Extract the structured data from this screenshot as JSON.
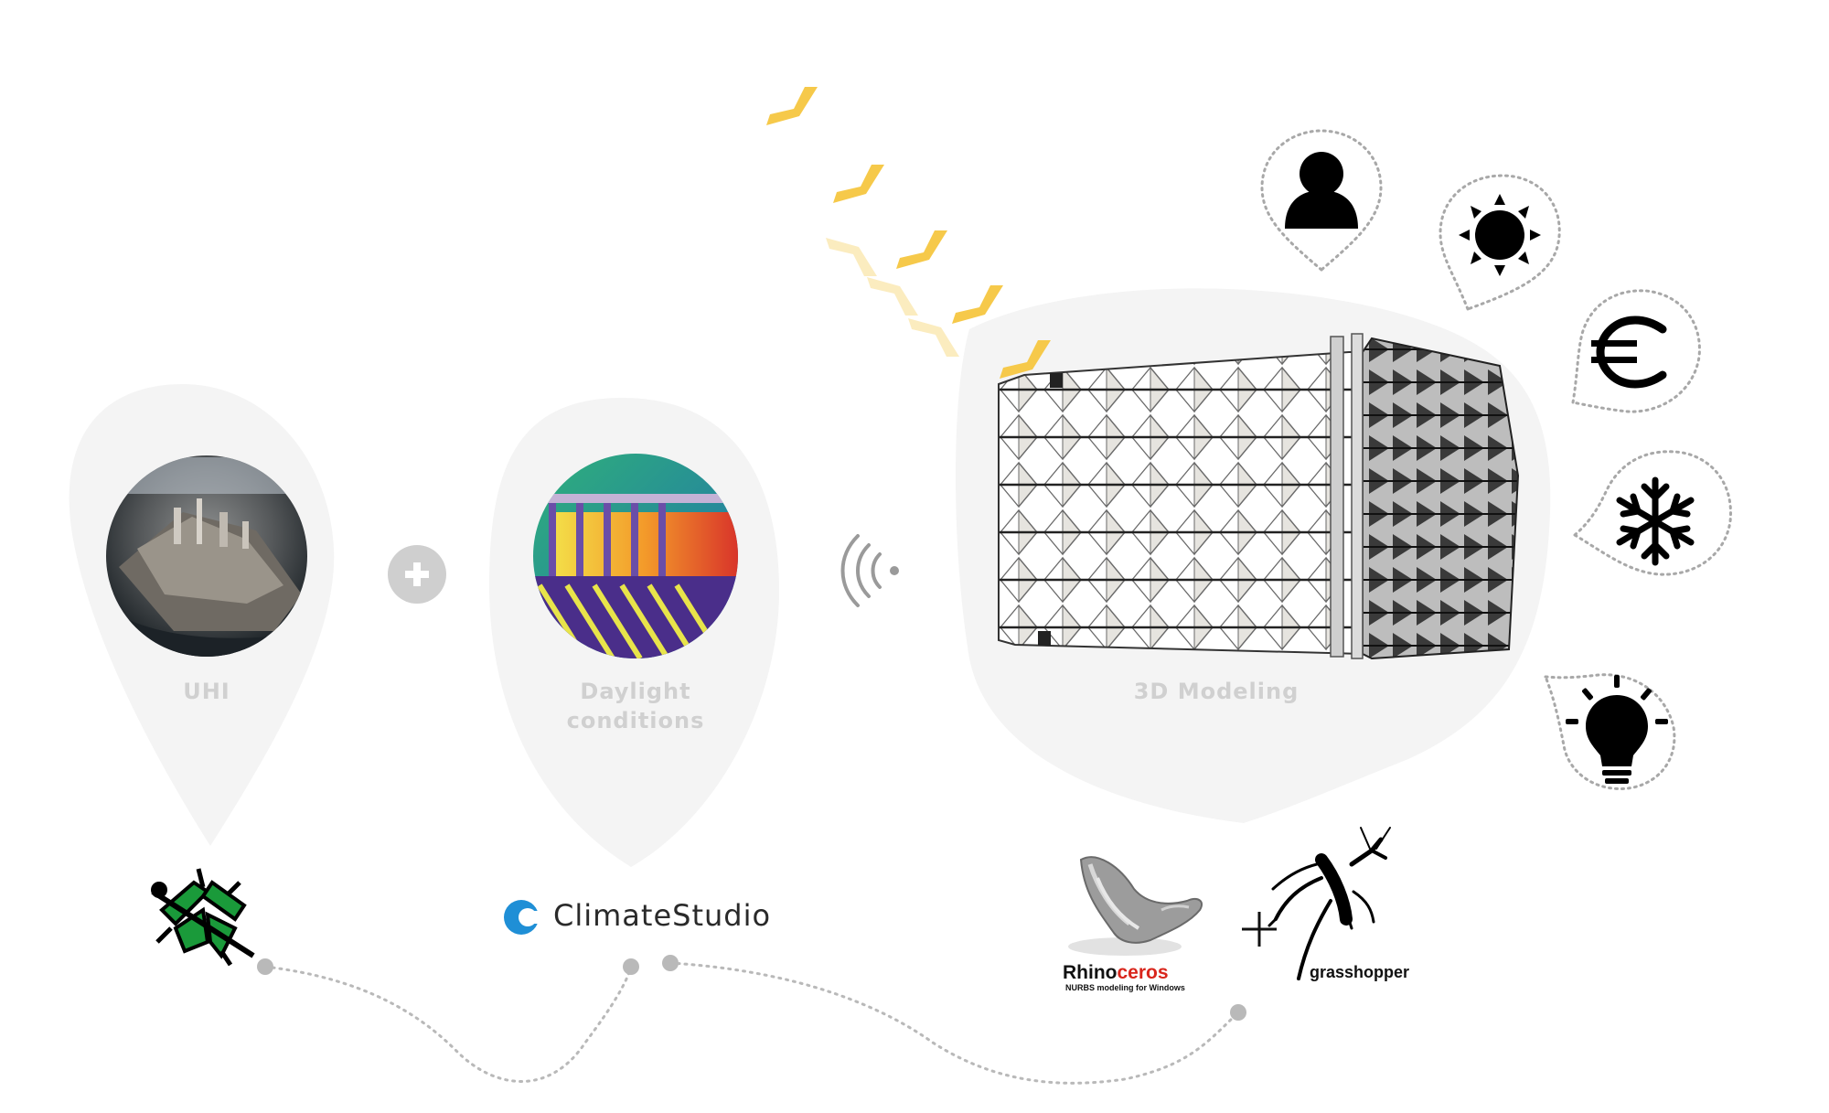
{
  "nodes": [
    {
      "label": "UHI"
    },
    {
      "label": "Daylight\nconditions"
    },
    {
      "label": "3D Modeling"
    }
  ],
  "tools": {
    "climatestudio": "ClimateStudio",
    "rhino_main": "Rhino",
    "rhino_accent": "ceros",
    "rhino_sub": "NURBS modeling for Windows",
    "grasshopper": "grasshopper"
  },
  "parameter_icons": [
    "person-icon",
    "sun-icon",
    "euro-icon",
    "snowflake-icon",
    "lightbulb-icon"
  ],
  "colors": {
    "blob": "#f4f4f4",
    "label": "#d0d0d0",
    "sun_ray": "#f6c94a",
    "path_dot": "#b9b9b9",
    "climatestudio_blue": "#1f8fd6",
    "rhino_red": "#d9261c",
    "ladybug_green": "#1a9a3a"
  }
}
